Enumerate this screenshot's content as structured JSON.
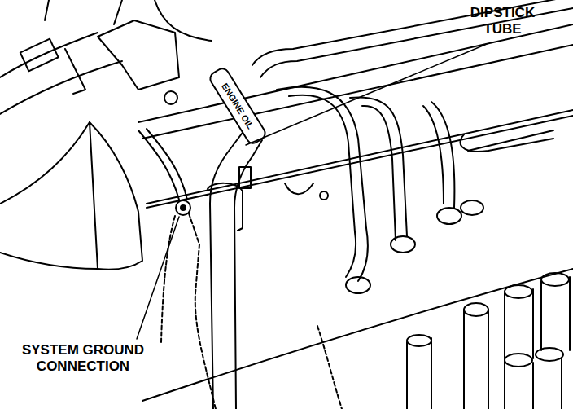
{
  "diagram": {
    "labels": [
      "DIPSTICK TUBE",
      "ENGINE OIL",
      "SYSTEM GROUND CONNECTION"
    ]
  }
}
